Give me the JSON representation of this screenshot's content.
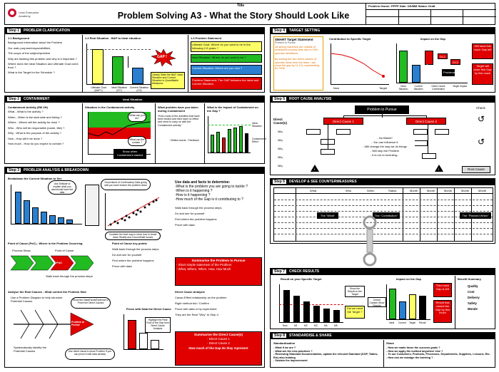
{
  "page": {
    "title_label": "Title",
    "title": "Problem Solving A3 - What the Story Should Look Like",
    "logo_text": "Lean Enterprise Academy",
    "header_info": "Problem Owner: PPPP  Date: DD/MM  Status: Draft",
    "header_fields": [
      "",
      "",
      "",
      "",
      "",
      "",
      "",
      ""
    ]
  },
  "step1": {
    "label": "Step 1",
    "heading": "PROBLEM CLARIFICATION",
    "questions_title": "1.1 Background",
    "questions": [
      "Background information about the Problem",
      "Our main purpose/responsibilities",
      "The scope of the subject/problem",
      "Why are tackling this problem and why is it important ?",
      "Where does the Ideal Situation and Ultimate Goal come from ?",
      "What is the Target for the Schedule ?"
    ],
    "chart_title": "1.2 Real Situation - BAP to Ideal situation",
    "bar_labels": [
      "Ultimate Goal (BAP?)",
      "Ideal Situation (IS?)",
      "Current Situation (CS)"
    ],
    "gap_label": "GAP !",
    "callout": "Clearly State the BAP, Ideal Situation and Current Situation in Quantifiable Measures",
    "statements_title": "1.3 Problem Statement",
    "statements": [
      "Ultimate Goal: Where do you want to be in the following 2-5 years ?",
      "Ideal Situation: Where do you want to be ?",
      "Current Situation: Where are you now ?",
      "Problem Statement: The GAP between the Ideal and Current Situation"
    ]
  },
  "step2": {
    "label": "Step 2",
    "heading": "CONTAINMENT",
    "sub_heading": "Ideal Situation",
    "questions_title": "Containment Activity (5W 2H)",
    "questions": [
      "What - What is the activity ?",
      "When - When is the start date and timing ?",
      "Where - Where will the activity be done ?",
      "Who - Who will be responsible (name, title) ?",
      "Why - What is the purpose of the activity ?",
      "How - How will it be done ?",
      "How much - How do you expect to contain ?"
    ],
    "chart_title": "Situation in the Containment activity",
    "cloud1": "What can you do?",
    "cloud2": "What can the contain ?",
    "black_box": "Show when Containment started",
    "quote_title": "What problem have you taken during Containment",
    "quote": "\"Even most of the activities that have been tested and tried have no effect and need to carry on with the Containment activity.\"",
    "quote_author": "- Reflect words - Feedback",
    "impact_title": "What is the impact of Containment on the Gap ?",
    "ideal_label": "Ideal Situation",
    "cont_label": "Containment Effect"
  },
  "step3": {
    "label": "Step 3",
    "heading": "PROBLEM ANALYSIS & BREAKDOWN",
    "breakdown_title": "Breakdown the Current Situation to See",
    "cloud_text": "Use Drillside to explain what you can/should have the data",
    "picture_box": "Good Picture of the Problem Area",
    "scatter_note": "Good blend of Confirmatory Data going well you have broken the problem down",
    "scatter_caption": "Consider the best way to show how to break down Stratify and Concentrate Issues",
    "data_title": "Use data and facts to determine:",
    "data_questions": [
      "-What is the problem you are going to tackle ?",
      "-When is it happening ?",
      "-How is it happening ?",
      "-How much of the Gap is it contributing to ?"
    ],
    "poc_title": "Point of Cause (PoC) - Where is the Problem Occurring",
    "process_labels": [
      "Process Steps",
      "Point of Cause"
    ],
    "poc_arrow": "PoC",
    "walk_caption": "Walk back through the process steps",
    "poc_subtitle": "Point of Cause key points",
    "poc_points": [
      "Walk back through the process steps",
      "Do and see for yourself",
      "Find where the problem happens",
      "Prove with data"
    ],
    "summary_header": "Summarise the Problem to Pursue",
    "summary_items": [
      "- Short simple statement of the Problem",
      "- What, Where, When, How, How Much"
    ],
    "analysis_title": "Analyse the Root Causes - What control the Problem Side",
    "fishbone_note": "Use a Problem Diagram to help structure Potential Causes",
    "fish_head": "Problem to Pursue",
    "direct_note": "Show the Data/Facts/Evidence to Prove the Direct Causes",
    "prove_title": "Prove with Data the Direct Cause",
    "red_note": "Highlight the Real Root of the Gap from Direct Cause Analysis",
    "bottom_note1": "Systematically identify the Potential Causes",
    "bottom_note2": "Use direct visual to show Problem If you can prove it with data already",
    "direct_title": "Direct Cause Analysis",
    "direct_points": [
      "Cause-Effect relationship on the problem",
      "Right method but / Confirm",
      "Prove with data or by experiment",
      "They are the Real \"Why\" to Step 4"
    ],
    "summary2_header": "Summarise the Direct Cause(s)",
    "summary2_items": [
      "- Direct Cause 1",
      "- Direct Cause 2"
    ],
    "summary2_q": "How much of the Gap do they represent"
  },
  "step4": {
    "label": "Step 4",
    "heading": "TARGET SETTING",
    "target_title": "SMART Target Statement",
    "target_sub": "Problem to Pursue",
    "target_text": "18 spring machines are outside of scheduled process time due to 10% operator deviations",
    "target_text2": "By solving the two direct causes of operator down time the team / will close the gap by 11.1%, representing $1,750K",
    "chart1_title": "Contribution to Specific Target",
    "chart1_labels": [
      "Now",
      "Target"
    ],
    "chart2_title": "Impact on the Gap",
    "gap_labels": [
      "Gap",
      "DC1",
      "DC2",
      "Problems"
    ],
    "axis_labels": [
      "Ideal Situation",
      "Current Situation",
      "Direct Cause Contribution",
      "Target Impact"
    ],
    "note1": "Still have this much Gap left",
    "note2": "Target will close this Gap by this much"
  },
  "step5": {
    "label": "Step 5",
    "heading": "ROOT CAUSE ANALYSIS",
    "problem_box": "Problem to Pursue",
    "direct_label": "Direct Cause(s)",
    "dc1": "Direct Cause 1",
    "dc2": "Direct Cause 2",
    "why_labels": [
      "Why",
      "Why",
      "Why",
      "Why",
      "Why"
    ],
    "check_label": "Check",
    "notes": [
      "- No Blame!",
      "- You can influence it",
      "- Will change the way we do things",
      "- Will stop the Problem",
      "- It is not re-inventing..."
    ],
    "root_cause": "Root Cause",
    "warning": "!"
  },
  "step6": {
    "label": "Step 6",
    "heading": "DEVELOP & SEE COUNTERMEASURES",
    "columns": [
      "What",
      "Who",
      "When",
      "Status",
      "Month",
      "Month",
      "Month",
      "Month",
      "Month"
    ],
    "row_labels": [
      "The \"What\"",
      "The \"Contribution\"",
      "The \"Planned When\""
    ]
  },
  "step7": {
    "label": "Step 7",
    "heading": "CHECK RESULTS",
    "chart1_title": "Result on your Specific Target",
    "chart1_note": "Show the Result on the Target",
    "chart1_q": "Did we meet the Target ?",
    "chart1_x": [
      "Now",
      "M1",
      "M2",
      "M3",
      "M4",
      "M5"
    ],
    "chart2_title": "Impact on the Gap",
    "chart2_note": "Unmet Causes Show Results",
    "chart2_x": [
      "Ideal",
      "Current",
      "Target",
      "Result"
    ],
    "red_note1": "This much Gap is left",
    "red_note2": "Result has closed the Gap by this much",
    "extra_title": "Benefit Summary",
    "extra_items": [
      "Quality",
      "Cost",
      "Delivery",
      "Safety",
      "Morale"
    ]
  },
  "step8": {
    "label": "Step 8",
    "heading": "STANDARDISE & SHARE",
    "col1_title": "Standardisation",
    "col1_items": [
      "- What if we are ?",
      "- What are the new practices ?",
      "- Reviewing Standard Documentation, update the relevant Standard (SOP, Tables, Etc) also training",
      "- Sustain the Improvement"
    ],
    "col2_title": "Share",
    "col2_items": [
      "- How we made these the success goals ?",
      "- How we apply the method anywhere else ?",
      "- To our Customers, Products, Processes, Departments, Suppliers, Lessons, Etc.",
      "- How can we manage the learning ?"
    ]
  }
}
